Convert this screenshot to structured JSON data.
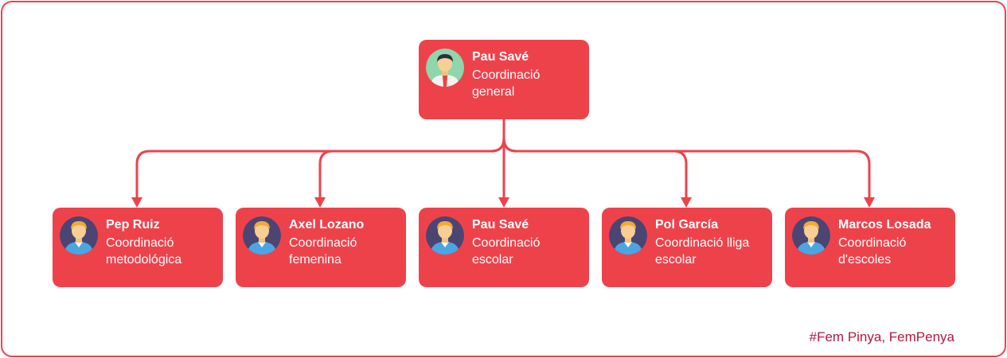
{
  "root": {
    "name": "Pau Savé",
    "role": "Coordinació\ngeneral",
    "avatar_icon": "man-with-tie-avatar-icon"
  },
  "children": [
    {
      "name": "Pep Ruiz",
      "role": "Coordinació\nmetodológica",
      "avatar_icon": "person-avatar-icon"
    },
    {
      "name": "Axel Lozano",
      "role": "Coordinació\nfemenina",
      "avatar_icon": "person-avatar-icon"
    },
    {
      "name": "Pau Savé",
      "role": "Coordinació\nescolar",
      "avatar_icon": "person-avatar-icon"
    },
    {
      "name": "Pol García",
      "role": "Coordinació lliga\nescolar",
      "avatar_icon": "person-avatar-icon"
    },
    {
      "name": "Marcos Losada",
      "role": "Coordinació\nd'escoles",
      "avatar_icon": "person-avatar-icon"
    }
  ],
  "footer": {
    "slogan": "#Fem Pinya, FemPenya"
  },
  "colors": {
    "accent": "#ee424b",
    "slogan": "#b5173c",
    "text_on_accent": "#ffffff"
  }
}
